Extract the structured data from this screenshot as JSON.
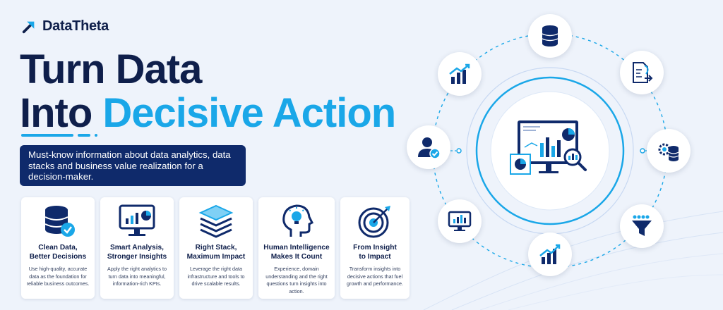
{
  "brand": {
    "name": "DataTheta"
  },
  "headline": {
    "line1": "Turn Data",
    "line2_a": "Into ",
    "line2_b": "Decisive Action"
  },
  "tagline": "Must-know information about data analytics, data stacks and business value realization for a decision-maker.",
  "cards": [
    {
      "title1": "Clean Data,",
      "title2": "Better Decisions",
      "desc": "Use high-quality, accurate data as the foundation for reliable business outcomes.",
      "icon": "database-check-icon"
    },
    {
      "title1": "Smart Analysis,",
      "title2": "Stronger Insights",
      "desc": "Apply the right analytics to turn data into meaningful, information-rich KPIs.",
      "icon": "monitor-chart-icon"
    },
    {
      "title1": "Right Stack,",
      "title2": "Maximum Impact",
      "desc": "Leverage the right data infrastructure and tools to drive scalable results.",
      "icon": "layers-stack-icon"
    },
    {
      "title1": "Human Intelligence",
      "title2": "Makes It Count",
      "desc": "Experience, domain understanding and the right questions turn insights into action.",
      "icon": "head-lightbulb-icon"
    },
    {
      "title1": "From Insight",
      "title2": "to Impact",
      "desc": "Transform insights into decisive actions that fuel growth and performance.",
      "icon": "target-arrow-icon"
    }
  ],
  "colors": {
    "navy": "#0f1f4b",
    "accent": "#1aa7e8",
    "tagline_bg": "#0f2a6b",
    "background": "#eef3fb"
  },
  "diagram_icons": [
    "database-icon",
    "document-flow-icon",
    "gears-database-icon",
    "funnel-icon",
    "growth-chart-icon",
    "monitor-chart-icon",
    "user-check-icon",
    "bar-chart-up-icon",
    "dashboard-magnifier-icon"
  ]
}
